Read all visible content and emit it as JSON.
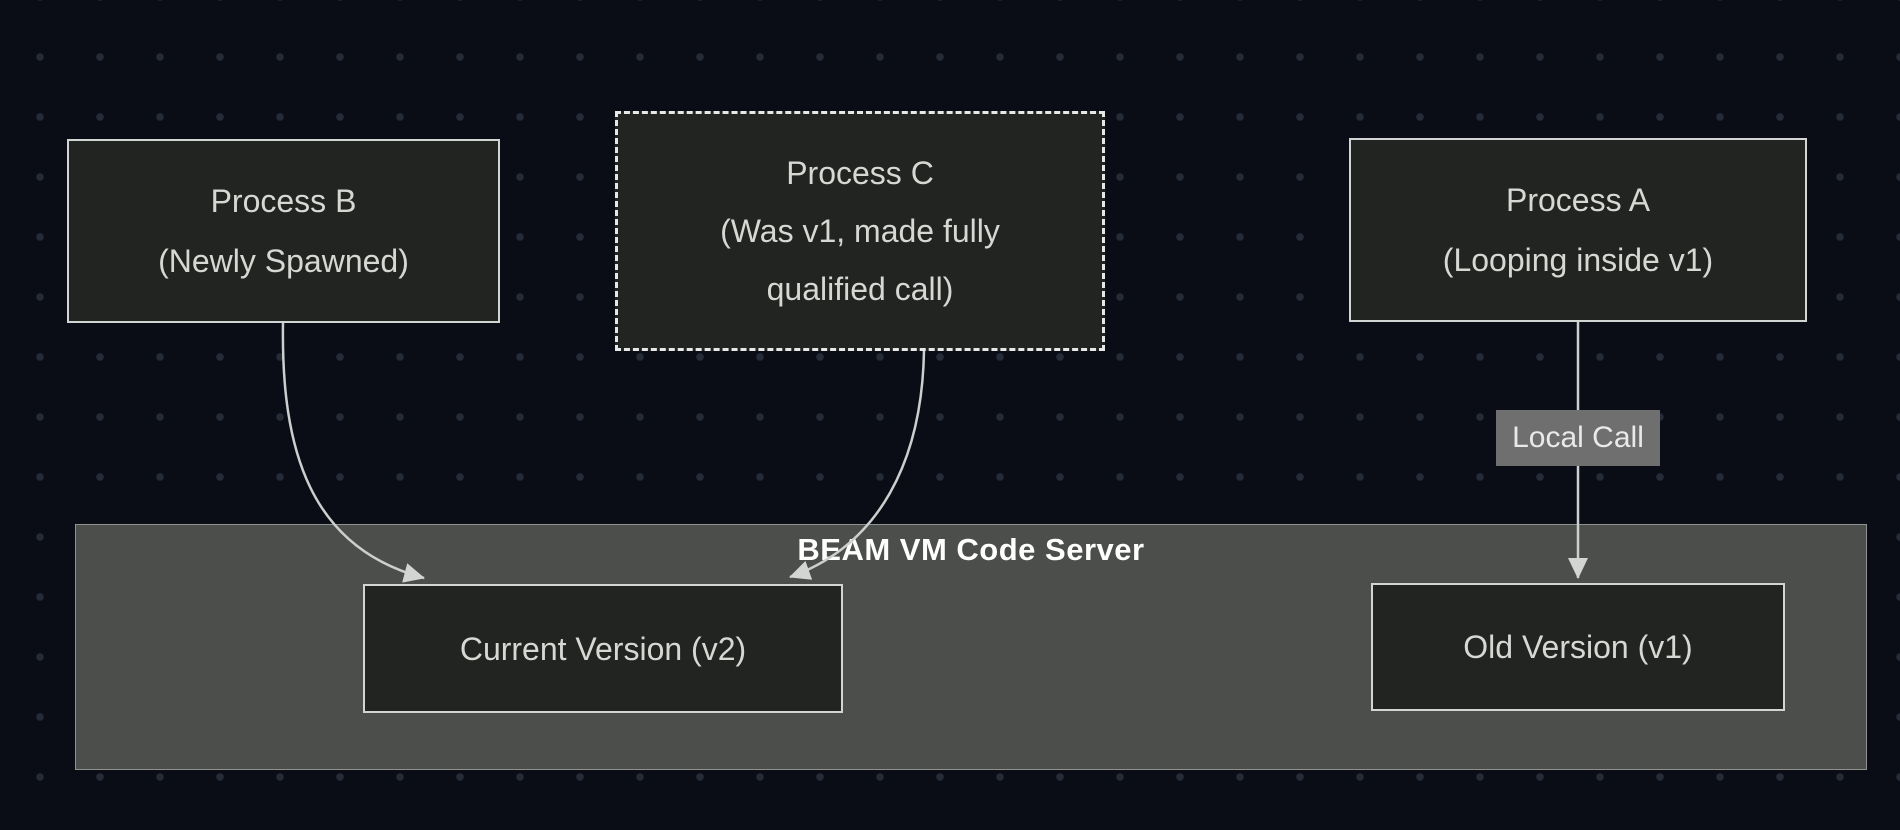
{
  "diagram": {
    "type": "flowchart",
    "container": {
      "title": "BEAM VM Code Server"
    },
    "nodes": [
      {
        "id": "process-b",
        "border": "solid",
        "lines": [
          "Process B",
          "(Newly Spawned)"
        ]
      },
      {
        "id": "process-c",
        "border": "dashed",
        "lines": [
          "Process C",
          "(Was v1, made fully",
          "qualified call)"
        ]
      },
      {
        "id": "process-a",
        "border": "solid",
        "lines": [
          "Process A",
          "(Looping inside v1)"
        ]
      },
      {
        "id": "current-version",
        "border": "solid",
        "lines": [
          "Current Version (v2)"
        ]
      },
      {
        "id": "old-version",
        "border": "solid",
        "lines": [
          "Old Version (v1)"
        ]
      }
    ],
    "edges": [
      {
        "from": "process-b",
        "to": "current-version",
        "label": ""
      },
      {
        "from": "process-c",
        "to": "current-version",
        "label": ""
      },
      {
        "from": "process-a",
        "to": "old-version",
        "label": "Local Call"
      }
    ],
    "colors": {
      "background": "#0a0d16",
      "dot_grid": "#262b38",
      "node_fill": "#212420",
      "node_border": "#d2d5d2",
      "node_text": "#d6d8d4",
      "container_fill": "#4b4e4a",
      "container_border": "#8f928e",
      "container_title_text": "#ffffff",
      "edge_stroke": "#cccfcc",
      "edge_label_bg": "#6f6f6f",
      "edge_label_text": "#e9e9e9"
    }
  }
}
